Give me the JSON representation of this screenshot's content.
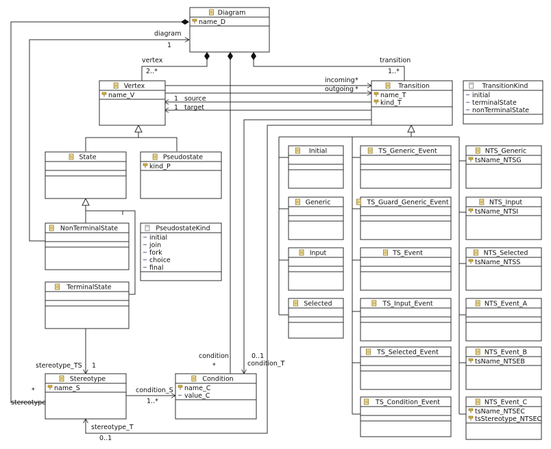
{
  "diagram": {
    "classes": [
      {
        "id": "Diagram",
        "title": "Diagram",
        "icon": "class-icon",
        "attrs": [
          {
            "kind": "field",
            "text": "name_D"
          }
        ]
      },
      {
        "id": "Vertex",
        "title": "Vertex",
        "icon": "class-icon",
        "attrs": [
          {
            "kind": "field",
            "text": "name_V"
          }
        ]
      },
      {
        "id": "Transition",
        "title": "Transition",
        "icon": "class-icon",
        "attrs": [
          {
            "kind": "field",
            "text": "name_T"
          },
          {
            "kind": "field",
            "text": "kind_T"
          }
        ]
      },
      {
        "id": "TransitionKind",
        "title": "TransitionKind",
        "icon": "enum-icon",
        "attrs": [
          {
            "kind": "literal",
            "text": "initial"
          },
          {
            "kind": "literal",
            "text": "terminalState"
          },
          {
            "kind": "literal",
            "text": "nonTerminalState"
          }
        ]
      },
      {
        "id": "State",
        "title": "State",
        "icon": "class-icon",
        "attrs": []
      },
      {
        "id": "Pseudostate",
        "title": "Pseudostate",
        "icon": "class-icon",
        "attrs": [
          {
            "kind": "field",
            "text": "kind_P"
          }
        ]
      },
      {
        "id": "NonTerminalState",
        "title": "NonTerminalState",
        "icon": "class-icon",
        "attrs": []
      },
      {
        "id": "PseudostateKind",
        "title": "PseudostateKind",
        "icon": "enum-icon",
        "attrs": [
          {
            "kind": "literal",
            "text": "initial"
          },
          {
            "kind": "literal",
            "text": "join"
          },
          {
            "kind": "literal",
            "text": "fork"
          },
          {
            "kind": "literal",
            "text": "choice"
          },
          {
            "kind": "literal",
            "text": "final"
          }
        ]
      },
      {
        "id": "TerminalState",
        "title": "TerminalState",
        "icon": "class-icon",
        "attrs": []
      },
      {
        "id": "Stereotype",
        "title": "Stereotype",
        "icon": "class-icon",
        "attrs": [
          {
            "kind": "field",
            "text": "name_S"
          }
        ]
      },
      {
        "id": "Condition",
        "title": "Condition",
        "icon": "class-icon",
        "attrs": [
          {
            "kind": "field",
            "text": "name_C"
          },
          {
            "kind": "literal",
            "text": "value_C"
          }
        ]
      },
      {
        "id": "Initial",
        "title": "Initial",
        "icon": "class-icon",
        "attrs": []
      },
      {
        "id": "Generic",
        "title": "Generic",
        "icon": "class-icon",
        "attrs": []
      },
      {
        "id": "Input",
        "title": "Input",
        "icon": "class-icon",
        "attrs": []
      },
      {
        "id": "Selected",
        "title": "Selected",
        "icon": "class-icon",
        "attrs": []
      },
      {
        "id": "TS_Generic_Event",
        "title": "TS_Generic_Event",
        "icon": "class-icon",
        "attrs": []
      },
      {
        "id": "TS_Guard_Generic_Event",
        "title": "TS_Guard_Generic_Event",
        "icon": "class-icon",
        "attrs": []
      },
      {
        "id": "TS_Event",
        "title": "TS_Event",
        "icon": "class-icon",
        "attrs": []
      },
      {
        "id": "TS_Input_Event",
        "title": "TS_Input_Event",
        "icon": "class-icon",
        "attrs": []
      },
      {
        "id": "TS_Selected_Event",
        "title": "TS_Selected_Event",
        "icon": "class-icon",
        "attrs": []
      },
      {
        "id": "TS_Condition_Event",
        "title": "TS_Condition_Event",
        "icon": "class-icon",
        "attrs": []
      },
      {
        "id": "NTS_Generic",
        "title": "NTS_Generic",
        "icon": "class-icon",
        "attrs": [
          {
            "kind": "field",
            "text": "tsName_NTSG"
          }
        ]
      },
      {
        "id": "NTS_Input",
        "title": "NTS_Input",
        "icon": "class-icon",
        "attrs": [
          {
            "kind": "field",
            "text": "tsName_NTSI"
          }
        ]
      },
      {
        "id": "NTS_Selected",
        "title": "NTS_Selected",
        "icon": "class-icon",
        "attrs": [
          {
            "kind": "field",
            "text": "tsName_NTSS"
          }
        ]
      },
      {
        "id": "NTS_Event_A",
        "title": "NTS_Event_A",
        "icon": "class-icon",
        "attrs": []
      },
      {
        "id": "NTS_Event_B",
        "title": "NTS_Event_B",
        "icon": "class-icon",
        "attrs": [
          {
            "kind": "field",
            "text": "tsName_NTSEB"
          }
        ]
      },
      {
        "id": "NTS_Event_C",
        "title": "NTS_Event_C",
        "icon": "class-icon",
        "attrs": [
          {
            "kind": "field",
            "text": "tsName_NTSEC"
          },
          {
            "kind": "field",
            "text": "tsStereotype_NTSEC"
          }
        ]
      }
    ],
    "labels": [
      {
        "id": "diagram",
        "text": "diagram"
      },
      {
        "id": "diagram_mult",
        "text": "1"
      },
      {
        "id": "vertex",
        "text": "vertex"
      },
      {
        "id": "vertex_mult",
        "text": "2..*"
      },
      {
        "id": "transition",
        "text": "transition"
      },
      {
        "id": "transition_mult",
        "text": "1..*"
      },
      {
        "id": "incoming",
        "text": "incoming"
      },
      {
        "id": "incoming_mult",
        "text": "*"
      },
      {
        "id": "outgoing",
        "text": "outgoing"
      },
      {
        "id": "outgoing_mult",
        "text": "*"
      },
      {
        "id": "source_mult",
        "text": "1"
      },
      {
        "id": "source",
        "text": "source"
      },
      {
        "id": "target_mult",
        "text": "1"
      },
      {
        "id": "target",
        "text": "target"
      },
      {
        "id": "stereotype_TS",
        "text": "stereotype_TS"
      },
      {
        "id": "stereotype_TS_mult",
        "text": "1"
      },
      {
        "id": "condition",
        "text": "condition"
      },
      {
        "id": "condition_mult",
        "text": "*"
      },
      {
        "id": "condition_T_mult",
        "text": "0..1"
      },
      {
        "id": "condition_T",
        "text": "condition_T"
      },
      {
        "id": "condition_S",
        "text": "condition_S"
      },
      {
        "id": "condition_S_mult",
        "text": "1..*"
      },
      {
        "id": "stereotype_star",
        "text": "*"
      },
      {
        "id": "stereotype",
        "text": "stereotype"
      },
      {
        "id": "stereotype_T",
        "text": "stereotype_T"
      },
      {
        "id": "stereotype_T_mult",
        "text": "0..1"
      }
    ]
  }
}
